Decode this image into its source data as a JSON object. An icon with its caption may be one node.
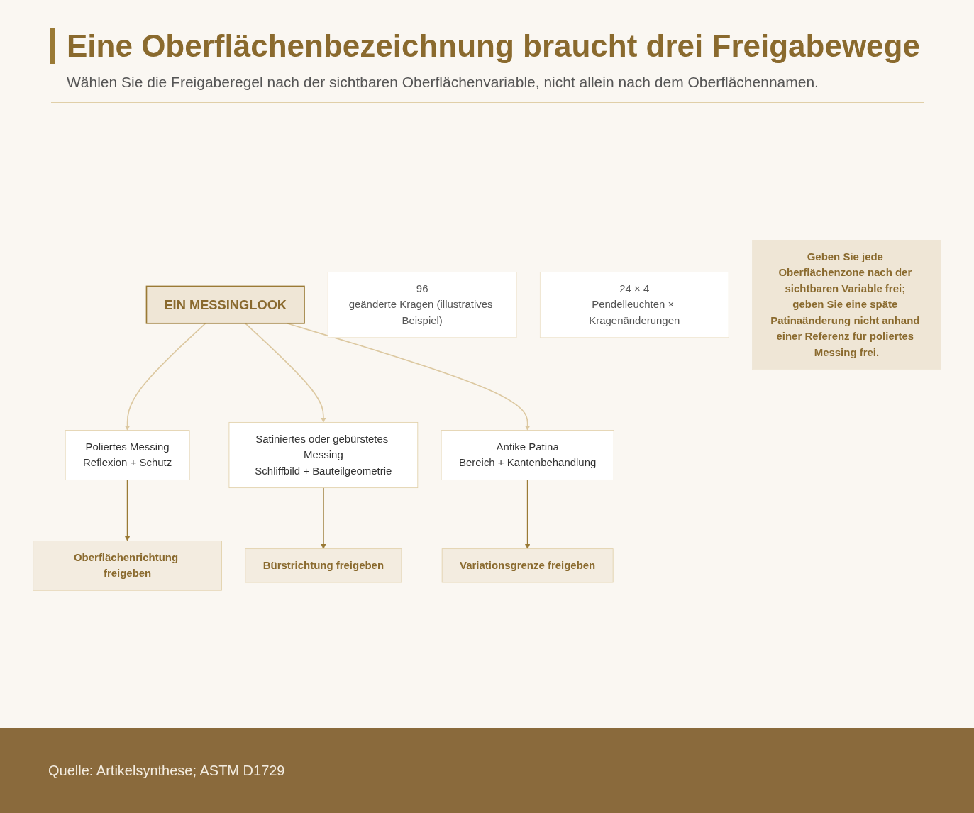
{
  "diagram": {
    "title": "Eine Oberflächenbezeichnung braucht drei Freigabewege",
    "caption": "Quelle: Artikelsynthese; ASTM D1729",
    "labels": [
      "Wählen Sie die Freigaberegel nach der sichtbaren Oberflächenvariable, nicht allein nach dem Oberflächennamen."
    ],
    "nodes": [
      {
        "text": [
          "EIN MESSINGLOOK"
        ]
      },
      {
        "text": [
          "Poliertes Messing",
          "Reflexion + Schutz"
        ]
      },
      {
        "text": [
          "Satiniertes oder gebürstetes Messing",
          "Schliffbild + Bauteilgeometrie"
        ]
      },
      {
        "text": [
          "Antike Patina",
          "Bereich + Kantenbehandlung"
        ]
      },
      {
        "text": [
          "Oberflächenrichtung freigeben"
        ]
      },
      {
        "text": [
          "Bürstrichtung freigeben"
        ]
      },
      {
        "text": [
          "Variationsgrenze freigeben"
        ]
      },
      {
        "text": [
          "96",
          "geänderte Kragen (illustratives Beispiel)"
        ]
      },
      {
        "text": [
          "24 × 4",
          "Pendelleuchten × Kragenänderungen"
        ]
      },
      {
        "text": [
          "Geben Sie jede Oberflächenzone nach der sichtbaren Variable frei; geben Sie eine späte Patinaänderung nicht anhand einer Referenz für poliertes Messing frei."
        ]
      }
    ],
    "edges": [
      {
        "from": 0,
        "to": 1,
        "arrow": "to",
        "color": "#dcc8a0"
      },
      {
        "from": 0,
        "to": 2,
        "arrow": "to",
        "color": "#dcc8a0"
      },
      {
        "from": 0,
        "to": 3,
        "arrow": "to",
        "color": "#dcc8a0"
      },
      {
        "from": 1,
        "to": 4,
        "arrow": "to",
        "color": "#9a7a35"
      },
      {
        "from": 2,
        "to": 5,
        "arrow": "to",
        "color": "#9a7a35"
      },
      {
        "from": 3,
        "to": 6,
        "arrow": "to",
        "color": "#9a7a35"
      }
    ]
  }
}
